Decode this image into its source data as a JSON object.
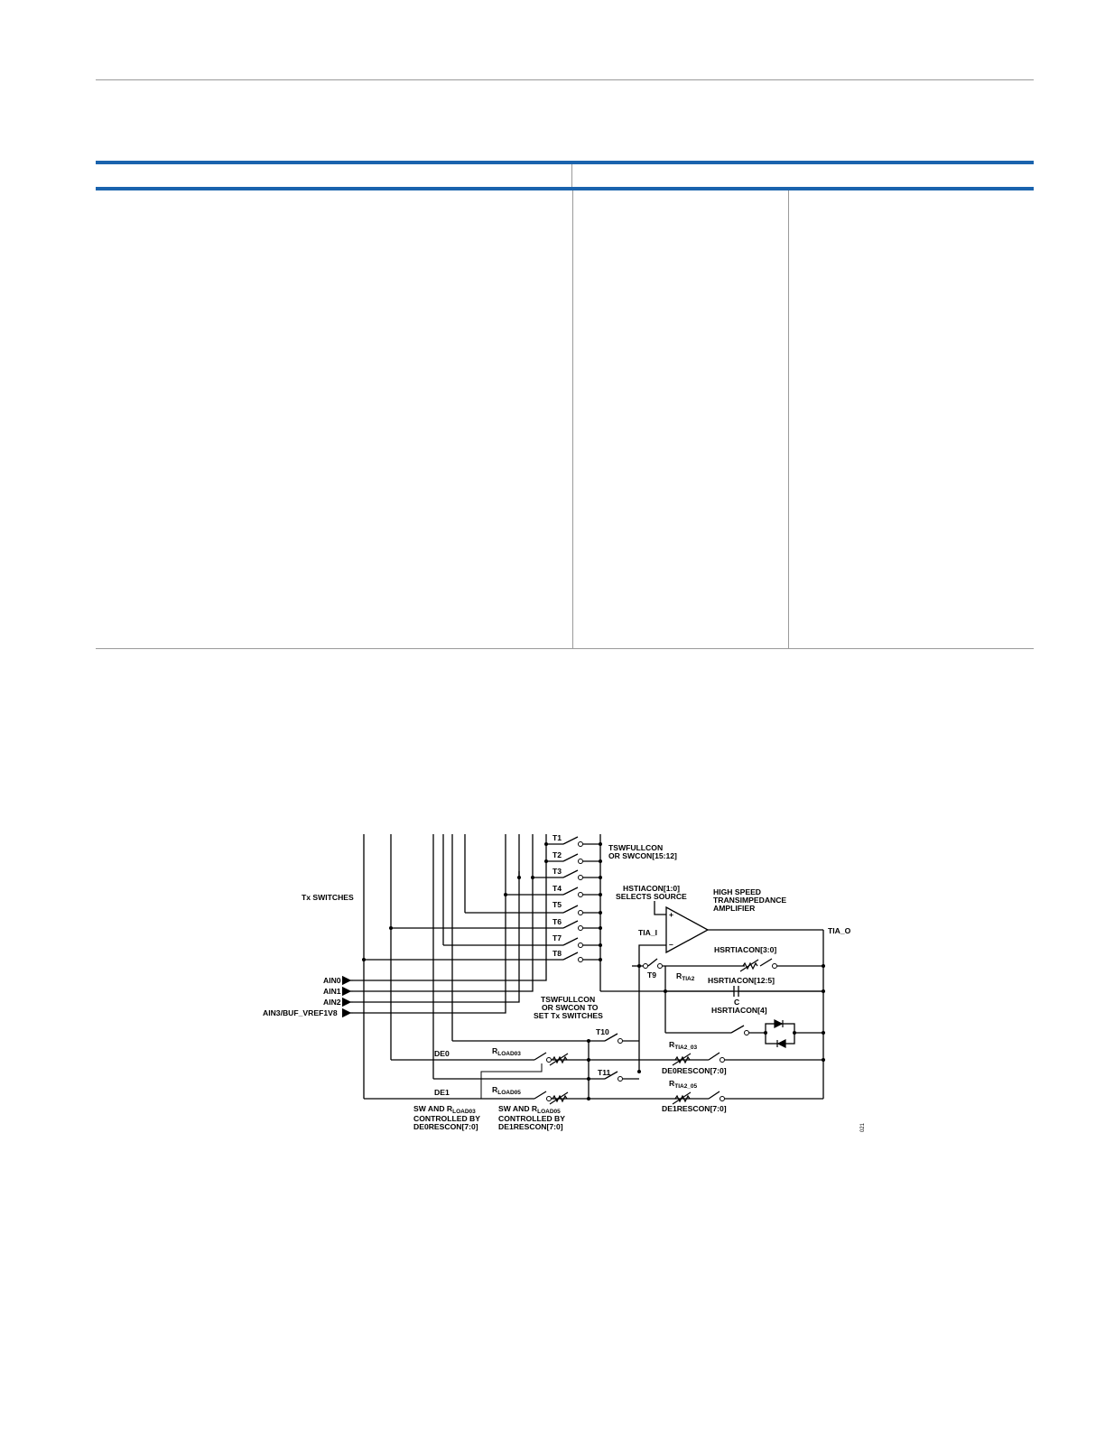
{
  "figure": {
    "labels": {
      "tx_switches": "Tx SWITCHES",
      "ain0": "AIN0",
      "ain1": "AIN1",
      "ain2": "AIN2",
      "ain3": "AIN3/BUF_VREF1V8",
      "t1": "T1",
      "t2": "T2",
      "t3": "T3",
      "t4": "T4",
      "t5": "T5",
      "t6": "T6",
      "t7": "T7",
      "t8": "T8",
      "t9": "T9",
      "t10": "T10",
      "t11": "T11",
      "tswfullcon_1": "TSWFULLCON",
      "tswfullcon_2": "OR SWCON[15:12]",
      "hstiacon_1": "HSTIACON[1:0]",
      "hstiacon_2": "SELECTS SOURCE",
      "hs_tia_1": "HIGH SPEED",
      "hs_tia_2": "TRANSIMPEDANCE",
      "hs_tia_3": "AMPLIFIER",
      "tia_i": "TIA_I",
      "tia_o": "TIA_O",
      "plus": "+",
      "minus": "–",
      "hsrtiacon_30": "HSRTIACON[3:0]",
      "rtia2_main": "R",
      "rtia2_sub": "TIA2",
      "hsrtiacon_125": "HSRTIACON[12:5]",
      "cap_c": "C",
      "hsrtiacon_4": "HSRTIACON[4]",
      "tsw_to_1": "TSWFULLCON",
      "tsw_to_2": "OR SWCON TO",
      "tsw_to_3": "SET Tx SWITCHES",
      "de0": "DE0",
      "de1": "DE1",
      "rload03_main": "R",
      "rload03_sub": "LOAD03",
      "rload05_main": "R",
      "rload05_sub": "LOAD05",
      "rtia2_03_main": "R",
      "rtia2_03_sub": "TIA2_03",
      "rtia2_05_main": "R",
      "rtia2_05_sub": "TIA2_05",
      "de0rescon": "DE0RESCON[7:0]",
      "de1rescon": "DE1RESCON[7:0]",
      "sw_rl03_a": "SW AND R",
      "sw_rl03_sub": "LOAD03",
      "sw_rl03_b": "CONTROLLED BY",
      "sw_rl03_c": "DE0RESCON[7:0]",
      "sw_rl05_a": "SW AND R",
      "sw_rl05_sub": "LOAD05",
      "sw_rl05_b": "CONTROLLED BY",
      "sw_rl05_c": "DE1RESCON[7:0]",
      "fig_id": "021"
    }
  }
}
